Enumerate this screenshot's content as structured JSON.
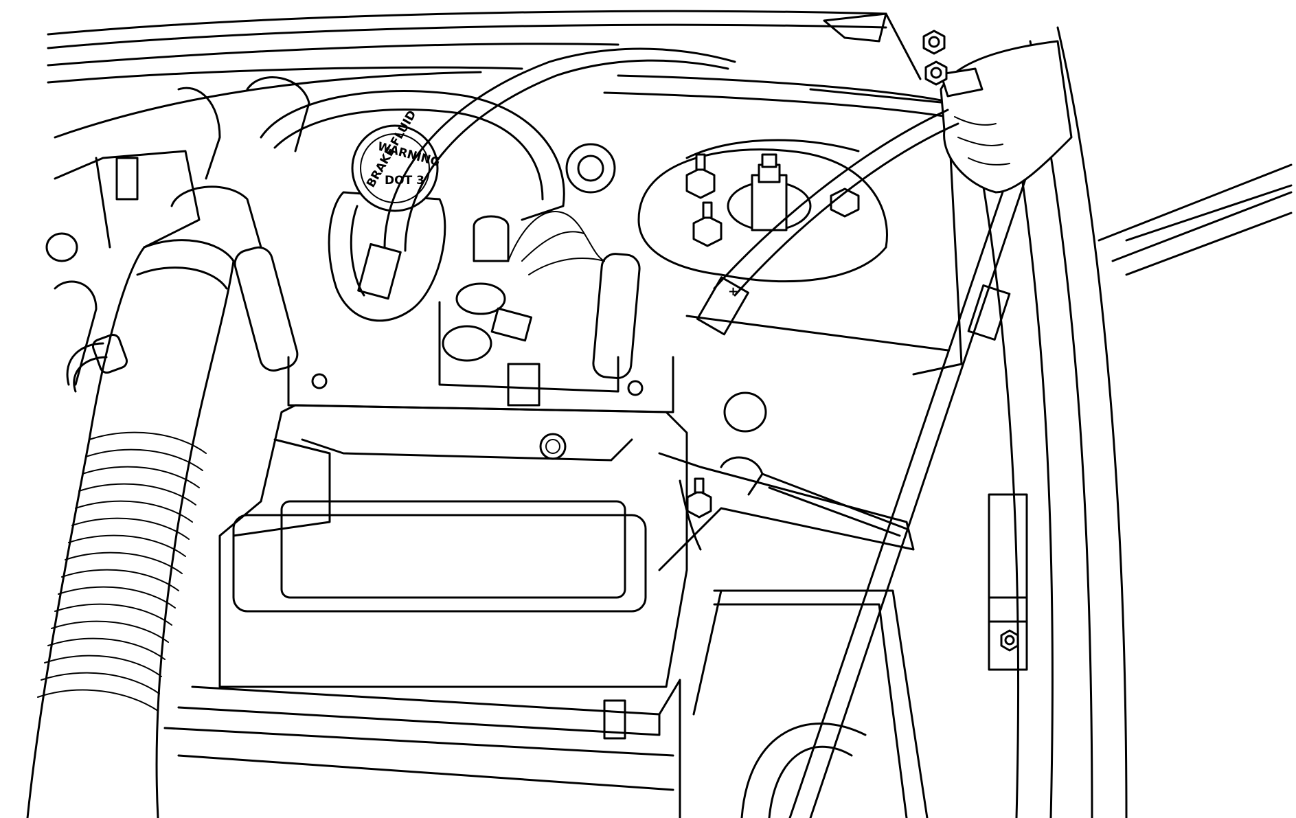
{
  "diagram": {
    "reservoir_cap_text": "WARNING",
    "cap_side_text_1": "BRAKE FLUID",
    "cap_side_text_2": "DOT 3",
    "positive_mark": "+"
  },
  "colors": {
    "line": "#000000",
    "background": "#ffffff"
  }
}
